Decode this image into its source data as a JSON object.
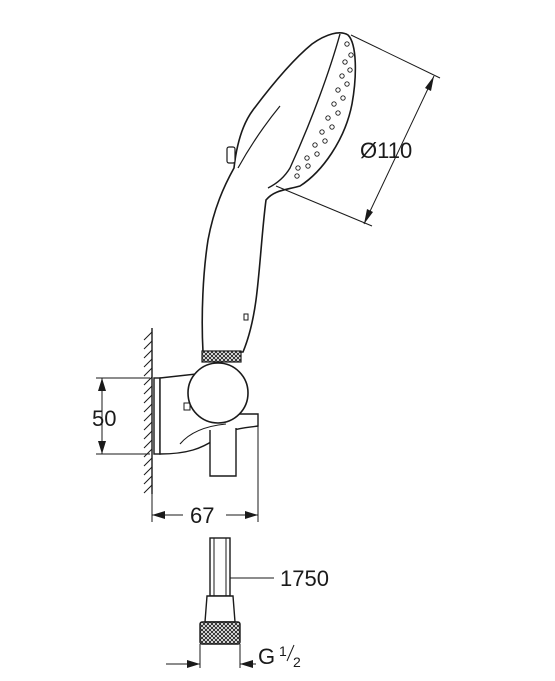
{
  "dimensions": {
    "head_diameter": "Ø110",
    "bracket_height": "50",
    "bracket_depth": "67",
    "hose_length": "1750",
    "thread_prefix": "G",
    "thread_numerator": "1",
    "thread_denominator": "2"
  },
  "colors": {
    "line": "#1a1a1a",
    "background": "#ffffff"
  }
}
